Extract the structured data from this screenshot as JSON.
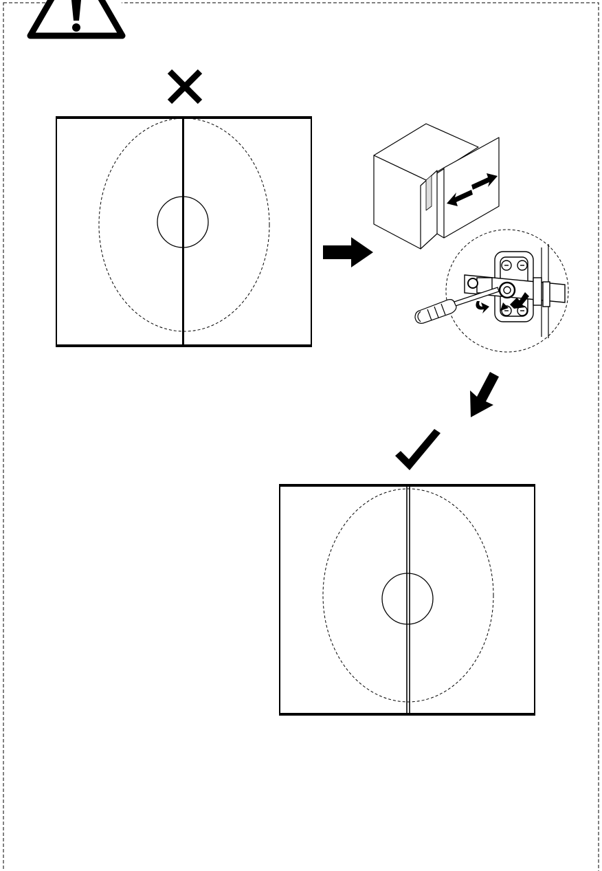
{
  "figure": {
    "icons": {
      "warning": "warning-triangle-icon",
      "incorrect": "cross-icon",
      "correct": "check-icon",
      "next_step": "arrow-right-icon",
      "next_step_down": "arrow-down-left-icon"
    },
    "panels": [
      {
        "id": "incorrect-alignment",
        "status": "incorrect",
        "door_gap": "misaligned"
      },
      {
        "id": "correct-alignment",
        "status": "correct",
        "door_gap": "aligned"
      }
    ],
    "adjustment": {
      "cabinet_icon": "cabinet-icon",
      "door_motion": "left-right",
      "tool_icon": "screwdriver-icon",
      "hinge_icon": "hinge-icon"
    },
    "colors": {
      "line": "#000000",
      "background": "#ffffff"
    }
  }
}
